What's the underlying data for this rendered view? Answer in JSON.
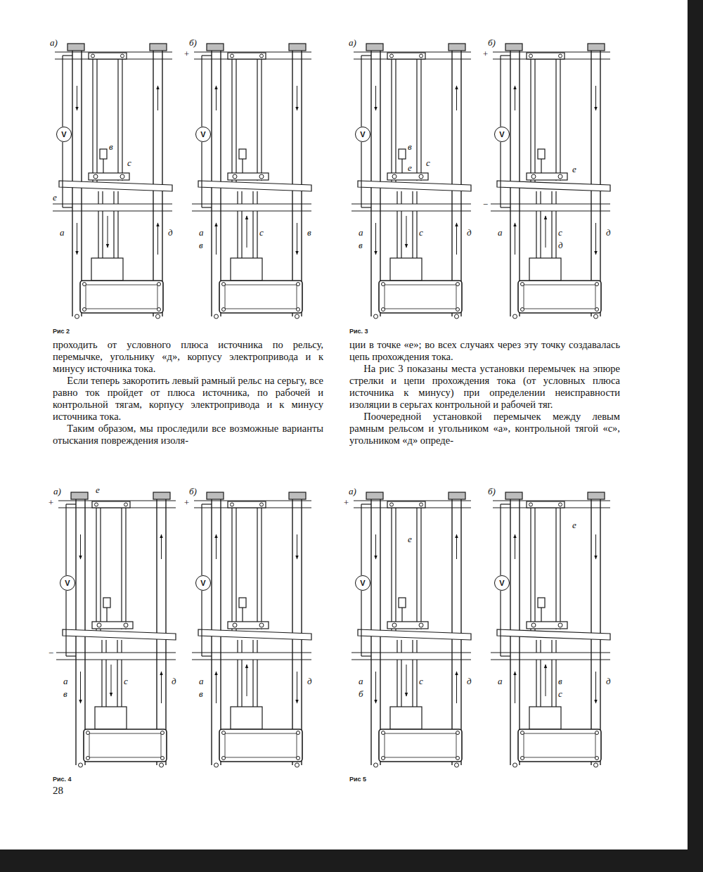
{
  "diagram": {
    "nodes": [
      {
        "text": [
          "V"
        ]
      },
      {
        "text": [
          "V"
        ]
      },
      {
        "text": [
          "V"
        ]
      },
      {
        "text": [
          "V"
        ]
      },
      {
        "text": [
          "V"
        ]
      },
      {
        "text": [
          "V"
        ]
      },
      {
        "text": [
          "V"
        ]
      },
      {
        "text": [
          "V"
        ]
      }
    ],
    "labels": [
      "а)",
      "в",
      "с",
      "е",
      "а",
      "д",
      "б)",
      "+",
      "а",
      "в",
      "с",
      "в",
      "Рис 2",
      "а)",
      "в",
      "с",
      "е",
      "а",
      "в",
      "с",
      "д",
      "б)",
      "+",
      "е",
      "−",
      "а",
      "с",
      "д",
      "д",
      "Рис. 3",
      "проходить от условного плюса источника по рельсу, перемычке, угольнику «д», корпусу электропривода и к минусу источника тока.",
      "Если теперь закоротить левый рамный рельс на серьгу, все равно ток пройдет от плюса источника, по рабочей и контрольной тягам, корпусу электропривода и к минусу источника тока.",
      "Таким образом, мы проследили все возможные варианты отыскания повреждения изоля-",
      "ции в точке «е»; во всех случаях через эту точку создавалась цепь прохождения тока.",
      "На рис 3 показаны места установки перемычек на эпюре стрелки и цепи прохождения тока (от условных плюса источника к минусу) при определении неисправности изоляции в серьгах контрольной и рабочей тяг.",
      "Поочередной установкой перемычек между левым рамным рельсом и угольником «а», контрольной тягой «с», угольником «д» опреде-",
      "а)",
      "е",
      "+",
      "−",
      "с",
      "а",
      "в",
      "д",
      "б)",
      "+",
      "а",
      "в",
      "д",
      "Рис. 4",
      "28",
      "а)",
      "+",
      "е",
      "а",
      "б",
      "с",
      "д",
      "б)",
      "е",
      "а",
      "в",
      "с",
      "д",
      "Рис 5"
    ]
  }
}
